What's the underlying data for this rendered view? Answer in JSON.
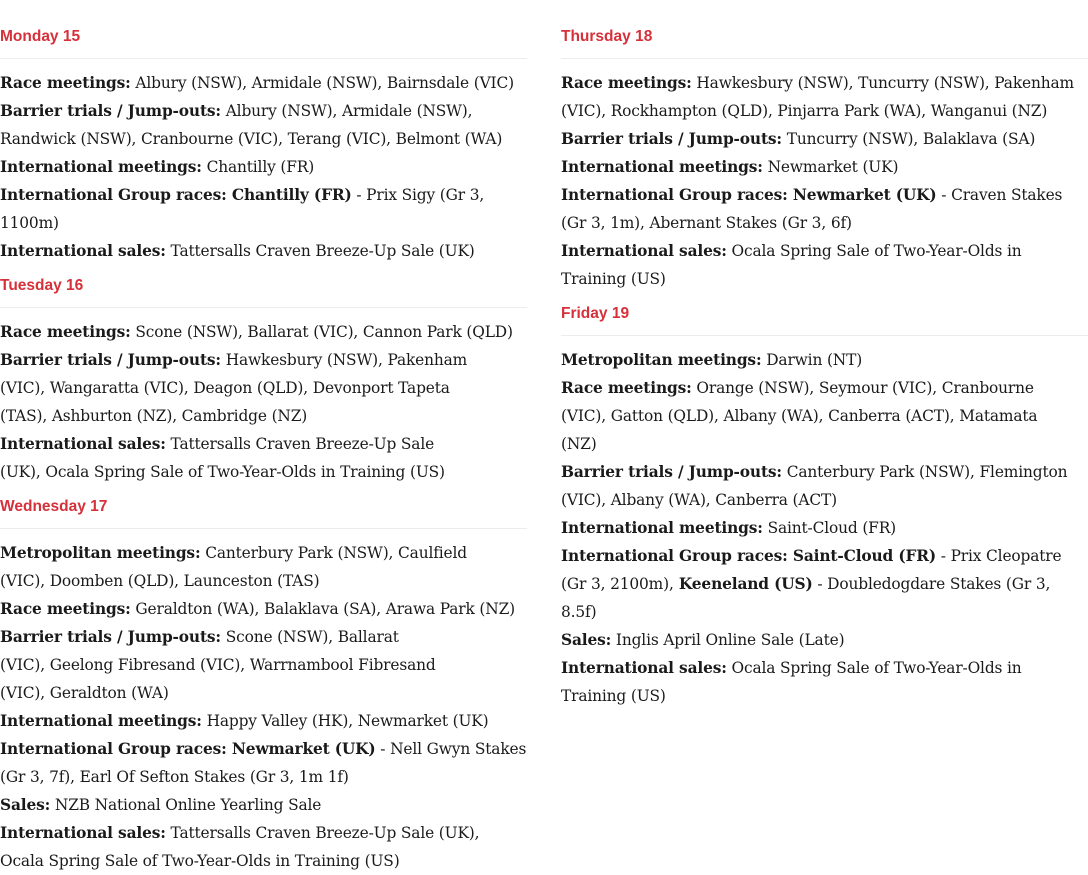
{
  "left": [
    {
      "day": "Monday 15",
      "lines": [
        {
          "label": "Race meetings:",
          "text": " Albury (NSW), Armidale (NSW), Bairnsdale (VIC)"
        },
        {
          "label": "Barrier trials / Jump-outs:",
          "text": " Albury (NSW), Armidale (NSW), Randwick (NSW), Cranbourne (VIC), Terang (VIC), Belmont (WA)"
        },
        {
          "label": "International meetings:",
          "text": " Chantilly (FR)"
        },
        {
          "label": "International Group races:",
          "strong": " Chantilly (FR)",
          "text": " - Prix Sigy (Gr 3, 1100m)"
        },
        {
          "label": "International sales:",
          "text": " Tattersalls Craven Breeze-Up Sale (UK)"
        }
      ]
    },
    {
      "day": "Tuesday 16",
      "lines": [
        {
          "label": "Race meetings:",
          "text": " Scone (NSW), Ballarat (VIC), Cannon Park (QLD)"
        },
        {
          "label": "Barrier trials / Jump-outs:",
          "text": " Hawkesbury (NSW), Pakenham (VIC), Wangaratta (VIC), Deagon (QLD), Devonport Tapeta (TAS), Ashburton (NZ), Cambridge (NZ)"
        },
        {
          "label": "International sales:",
          "text": " Tattersalls Craven Breeze-Up Sale (UK), Ocala Spring Sale of Two-Year-Olds in Training (US)"
        }
      ]
    },
    {
      "day": "Wednesday 17",
      "lines": [
        {
          "label": "Metropolitan meetings:",
          "text": " Canterbury Park (NSW), Caulfield (VIC), Doomben (QLD), Launceston (TAS)"
        },
        {
          "label": "Race meetings:",
          "text": " Geraldton (WA), Balaklava (SA), Arawa Park (NZ)"
        },
        {
          "label": "Barrier trials / Jump-outs:",
          "text": " Scone (NSW), Ballarat (VIC), Geelong Fibresand (VIC), Warrnambool Fibresand (VIC), Geraldton (WA)"
        },
        {
          "label": "International meetings:",
          "text": " Happy Valley (HK), Newmarket (UK)"
        },
        {
          "label": "International Group races:",
          "strong": " Newmarket (UK)",
          "text": " - Nell Gwyn Stakes (Gr 3, 7f), Earl Of Sefton Stakes (Gr 3, 1m 1f)"
        },
        {
          "label": "Sales:",
          "text": " NZB National Online Yearling Sale"
        },
        {
          "label": "International sales:",
          "text": " Tattersalls Craven Breeze-Up Sale (UK), Ocala Spring Sale of Two-Year-Olds in Training (US)"
        }
      ]
    }
  ],
  "right": [
    {
      "day": "Thursday 18",
      "lines": [
        {
          "label": "Race meetings:",
          "text": " Hawkesbury (NSW), Tuncurry (NSW), Pakenham (VIC), Rockhampton (QLD), Pinjarra Park (WA), Wanganui (NZ)"
        },
        {
          "label": "Barrier trials / Jump-outs:",
          "text": " Tuncurry (NSW), Balaklava (SA)"
        },
        {
          "label": "International meetings:",
          "text": " Newmarket (UK)"
        },
        {
          "label": "International Group races:",
          "strong": " Newmarket (UK)",
          "text": " - Craven Stakes (Gr 3, 1m), Abernant Stakes (Gr 3, 6f)"
        },
        {
          "label": "International sales:",
          "text": " Ocala Spring Sale of Two-Year-Olds in Training (US)"
        }
      ]
    },
    {
      "day": "Friday 19",
      "lines": [
        {
          "label": "Metropolitan meetings:",
          "text": " Darwin (NT)"
        },
        {
          "label": "Race meetings:",
          "text": " Orange (NSW), Seymour (VIC), Cranbourne (VIC), Gatton (QLD), Albany (WA), Canberra (ACT), Matamata (NZ)"
        },
        {
          "label": "Barrier trials / Jump-outs:",
          "text": " Canterbury Park (NSW), Flemington (VIC), Albany (WA), Canberra (ACT)"
        },
        {
          "label": "International meetings:",
          "text": " Saint-Cloud (FR)"
        },
        {
          "label": "International Group races:",
          "strong": " Saint-Cloud (FR)",
          "text": " - Prix Cleopatre (Gr 3, 2100m),",
          "strong2": " Keeneland (US)",
          "text2": " - Doubledogdare Stakes (Gr 3, 8.5f)"
        },
        {
          "label": "Sales:",
          "text": " Inglis April Online Sale (Late)"
        },
        {
          "label": "International sales:",
          "text": " Ocala Spring Sale of Two-Year-Olds in Training (US)"
        }
      ]
    }
  ]
}
